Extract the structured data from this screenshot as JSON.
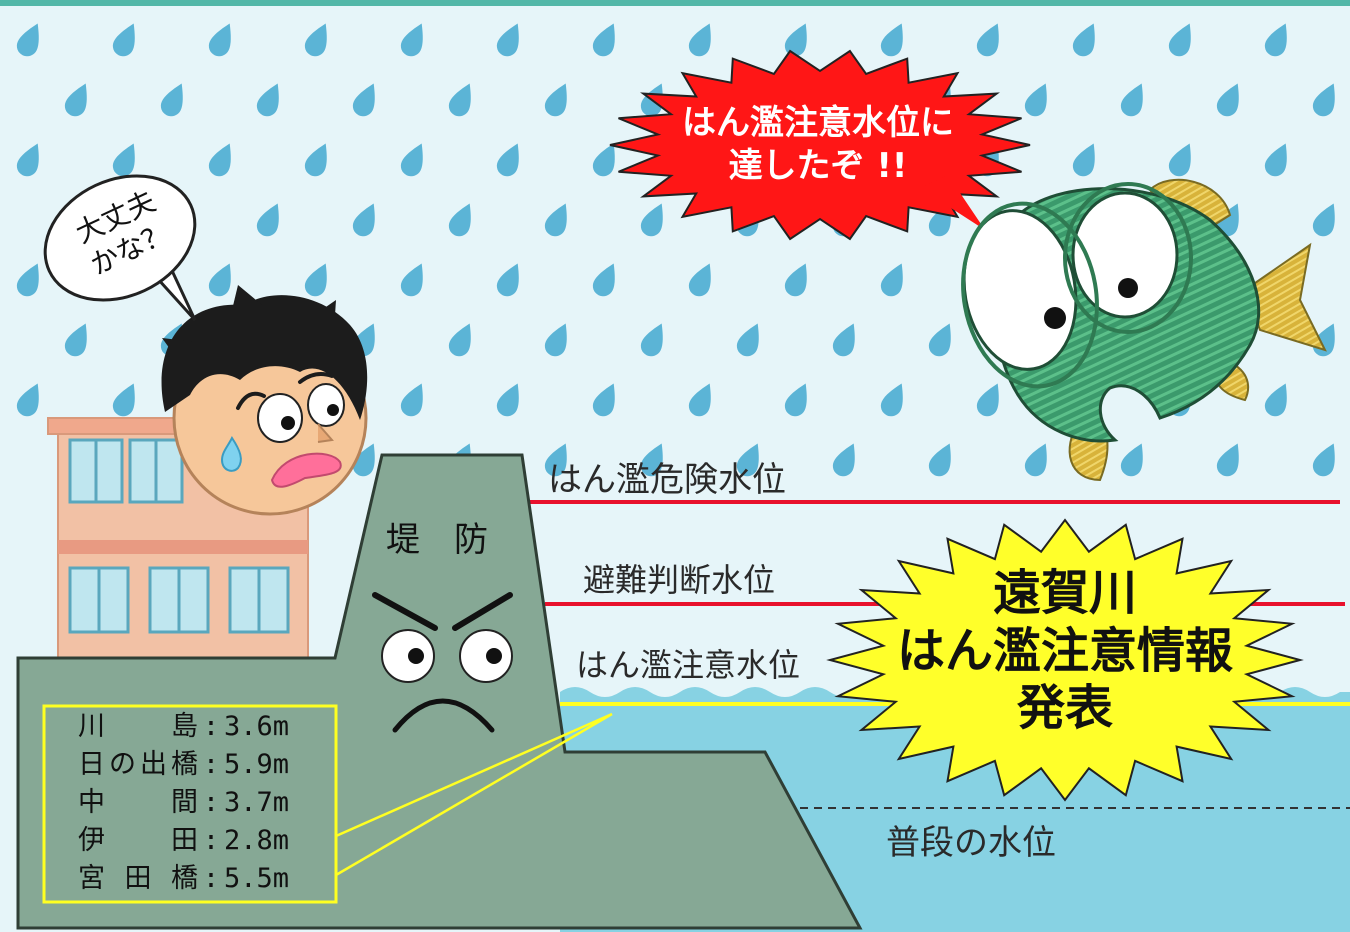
{
  "colors": {
    "sky": "#e6f5f9",
    "raindrop": "#5bb4d6",
    "river": "#87d2e3",
    "levee": "#86a895",
    "danger_line": "#e8112d",
    "caution_line": "#ffff22",
    "burst_red": "#ff1616",
    "burst_yellow": "#ffff2a",
    "building": "#f2c1a5"
  },
  "icons": [
    "raindrop-icon",
    "worried-person-icon",
    "angry-levee-face-icon",
    "fish-mascot-icon",
    "building-icon"
  ],
  "person_bubble": {
    "line1": "大丈夫",
    "line2": "かな？"
  },
  "fish_burst": {
    "line1": "はん濫注意水位に",
    "line2": "達したぞ !!"
  },
  "levee_label": "堤　防",
  "levels": {
    "danger": "はん濫危険水位",
    "evacuation": "避難判断水位",
    "caution": "はん濫注意水位",
    "normal": "普段の水位"
  },
  "announcement": {
    "line1": "遠賀川",
    "line2": "はん濫注意情報",
    "line3": "発表"
  },
  "gauges": [
    {
      "name": "川島",
      "value": "3.6m"
    },
    {
      "name": "日の出橋",
      "value": "5.9m"
    },
    {
      "name": "中間",
      "value": "3.7m"
    },
    {
      "name": "伊田",
      "value": "2.8m"
    },
    {
      "name": "宮田橋",
      "value": "5.5m"
    }
  ],
  "gauge_separator": ":"
}
